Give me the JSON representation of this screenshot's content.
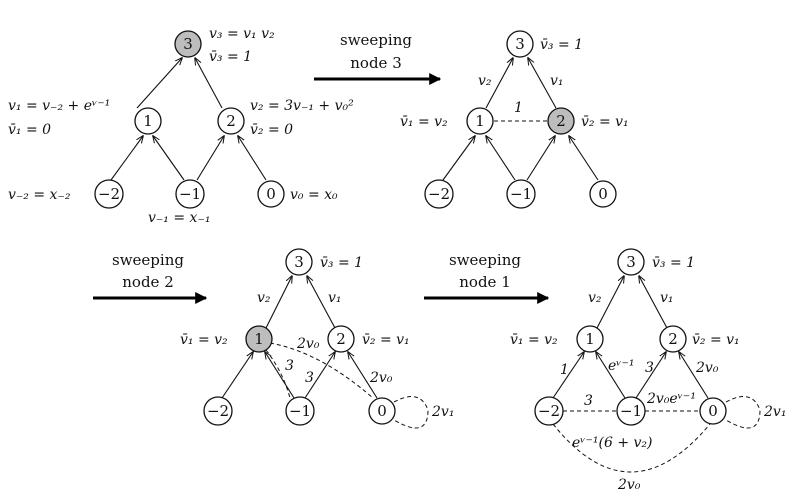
{
  "steps": [
    {
      "caption": [
        "sweeping",
        "node 3"
      ]
    },
    {
      "caption": [
        "sweeping",
        "node 2"
      ]
    },
    {
      "caption": [
        "sweeping",
        "node 1"
      ]
    }
  ],
  "node_labels": {
    "n3": "3",
    "n2": "2",
    "n1": "1",
    "nm1": "−1",
    "nm2": "−2",
    "n0": "0"
  },
  "annotations": {
    "v3_def": "v₃ = v₁ v₂",
    "vb3_init": "v̄₃ = 1",
    "v1_def": "v₁ = v₋₂ + eᵛ⁻¹",
    "vb1_init": "v̄₁ = 0",
    "v2_def": "v₂ = 3v₋₁ + v₀²",
    "vb2_init": "v̄₂ = 0",
    "vm2_def": "v₋₂ = x₋₂",
    "vm1_def": "v₋₁ = x₋₁",
    "v0_def": "v₀ = x₀",
    "vb3": "v̄₃ = 1",
    "vb1": "v̄₁ = v₂",
    "vb2": "v̄₂ = v₁"
  },
  "edge_labels": {
    "v2": "v₂",
    "v1": "v₁",
    "one": "1",
    "three": "3",
    "two_v0": "2v₀",
    "two_v1": "2v₁",
    "exp_vm1": "eᵛ⁻¹",
    "two_v0_exp": "2v₀eᵛ⁻¹",
    "exp_vm1_6v2": "eᵛ⁻¹(6 + v₂)"
  }
}
